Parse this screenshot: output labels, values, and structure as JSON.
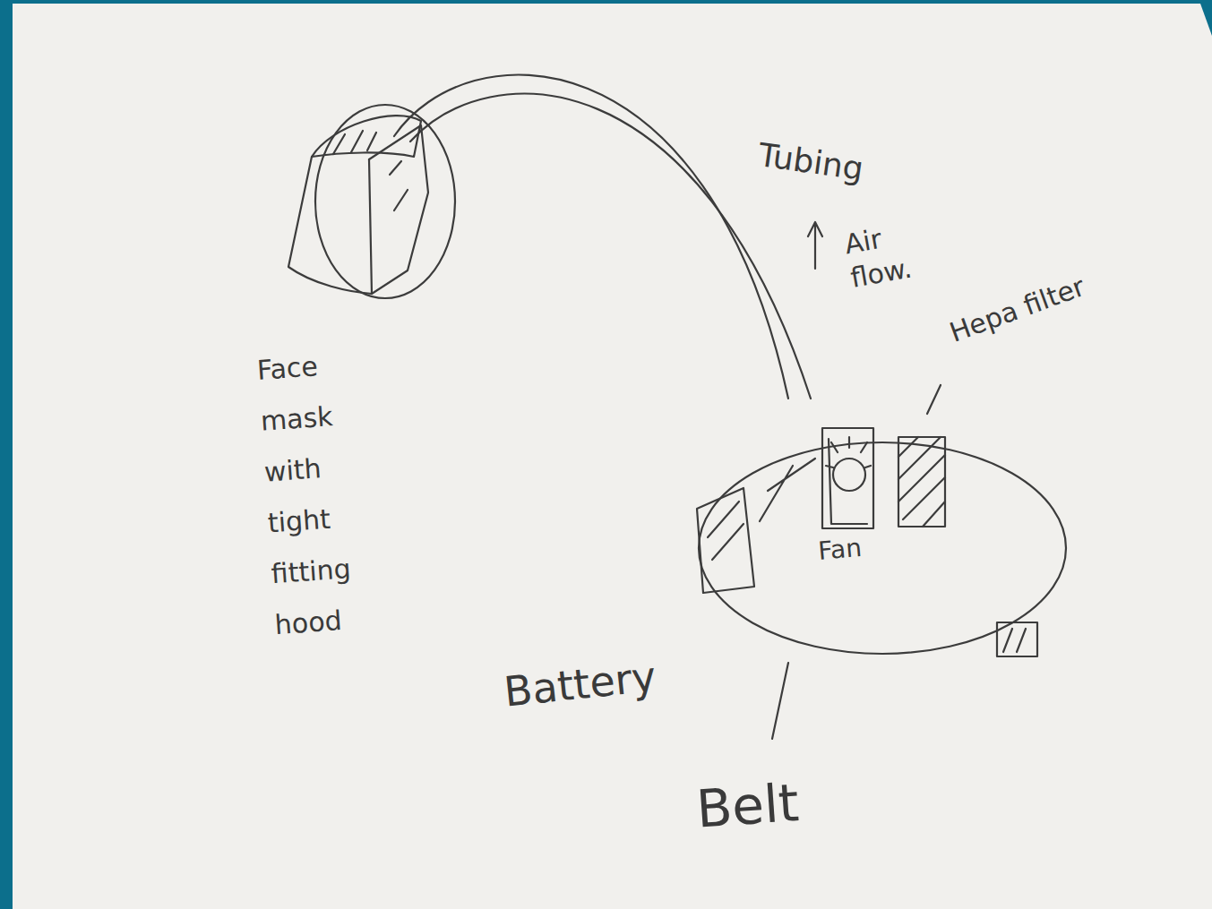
{
  "diagram": {
    "labels": [
      "Tubing",
      "Air flow.",
      "Hepa filter",
      "Face mask with tight fitting hood",
      "Fan",
      "Battery",
      "Belt"
    ]
  }
}
